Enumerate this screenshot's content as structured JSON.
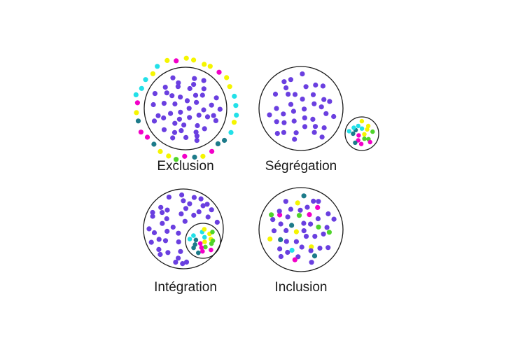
{
  "captions": {
    "exclusion": "Exclusion",
    "segregation": "Ségrégation",
    "integration": "Intégration",
    "inclusion": "Inclusion"
  },
  "colors": {
    "majority": "#6a3fe0",
    "yellow": "#f5f500",
    "magenta": "#f200c8",
    "cyan": "#22e0e8",
    "green": "#4fd42a",
    "teal": "#1d7b8a",
    "outline": "#1a1a1a"
  },
  "icons": [
    "majority-dot",
    "minority-dot",
    "group-circle"
  ]
}
